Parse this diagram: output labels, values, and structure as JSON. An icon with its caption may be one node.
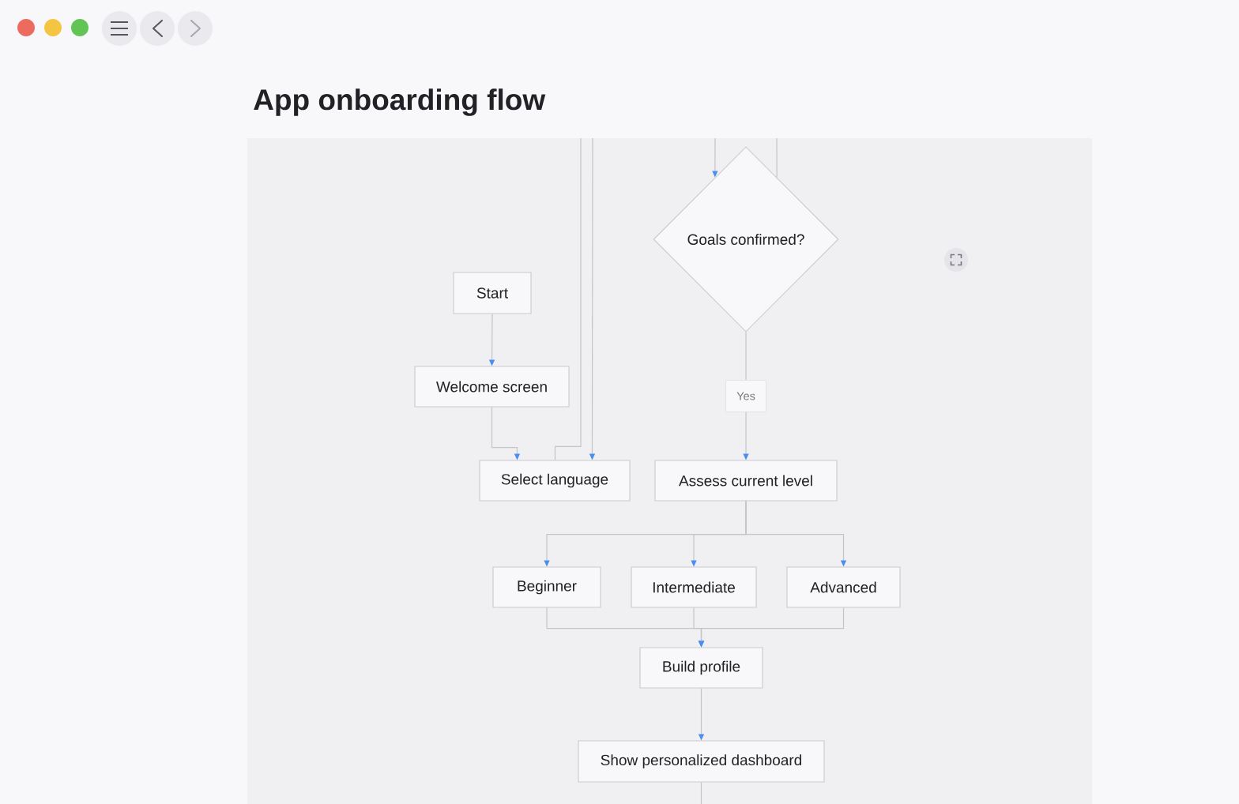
{
  "diagram": {
    "title": "App onboarding flow",
    "nodes": [
      {
        "text": [
          "Goals confirmed?"
        ]
      },
      {
        "text": [
          "Start"
        ]
      },
      {
        "text": [
          "Welcome screen"
        ]
      },
      {
        "text": [
          "Select language"
        ]
      },
      {
        "text": [
          "Assess current level"
        ]
      },
      {
        "text": [
          "Beginner"
        ]
      },
      {
        "text": [
          "Intermediate"
        ]
      },
      {
        "text": [
          "Advanced"
        ]
      },
      {
        "text": [
          "Build profile"
        ]
      },
      {
        "text": [
          "Show personalized dashboard"
        ]
      }
    ],
    "edges": [
      {
        "from": 1,
        "to": 2,
        "arrow": "to"
      },
      {
        "from": 2,
        "to": 3,
        "arrow": "to"
      },
      {
        "from": 3,
        "to": null,
        "arrow": "none"
      },
      {
        "from": null,
        "to": 3,
        "arrow": "to"
      },
      {
        "from": null,
        "to": 0,
        "arrow": "to"
      },
      {
        "from": 0,
        "to": null,
        "arrow": "none"
      },
      {
        "from": 0,
        "to": 4,
        "label": "Yes",
        "arrow": "to"
      },
      {
        "from": 4,
        "to": 5,
        "arrow": "to"
      },
      {
        "from": 4,
        "to": 6,
        "arrow": "to"
      },
      {
        "from": 4,
        "to": 7,
        "arrow": "to"
      },
      {
        "from": 5,
        "to": 8,
        "arrow": "to"
      },
      {
        "from": 6,
        "to": 8,
        "arrow": "to"
      },
      {
        "from": 7,
        "to": 8,
        "arrow": "to"
      },
      {
        "from": 8,
        "to": 9,
        "arrow": "to"
      },
      {
        "from": 9,
        "to": null,
        "arrow": "none"
      }
    ]
  }
}
